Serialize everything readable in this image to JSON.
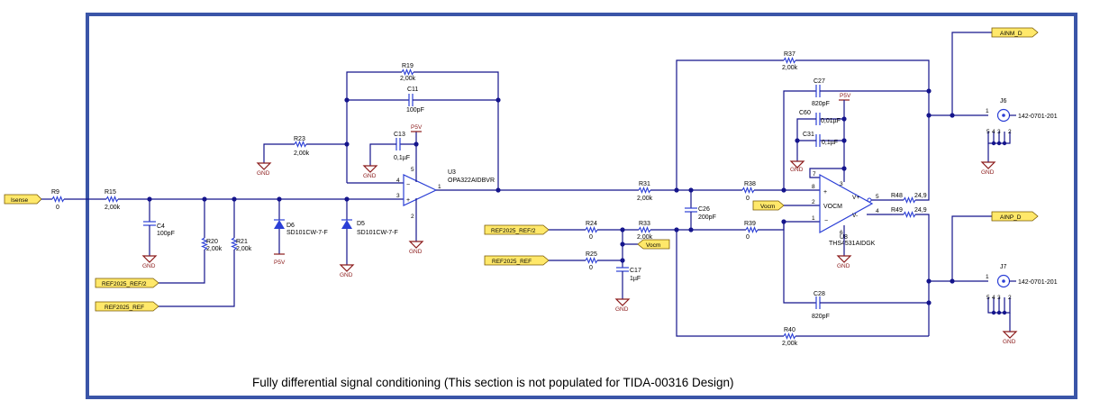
{
  "caption": "Fully differential signal conditioning (This section is not populated for TIDA-00316 Design)",
  "nets": {
    "isense": "Isense",
    "ref_half_left": "REF2025_REF/2",
    "ref_left": "REF2025_REF",
    "ref_half_mid": "REF2025_REF/2",
    "ref_mid": "REF2025_REF",
    "vocm_out": "Vocm",
    "vocm_in": "Vocm",
    "ainm": "AINM_D",
    "ainp": "AINP_D"
  },
  "power": {
    "p5v_u3": "P5V",
    "p5v_u8": "P5V",
    "p5v_d6": "P5V"
  },
  "gnd_label": "GND",
  "components": {
    "r9": {
      "ref": "R9",
      "value": "0"
    },
    "r15": {
      "ref": "R15",
      "value": "2,00k"
    },
    "c4": {
      "ref": "C4",
      "value": "100pF"
    },
    "r20": {
      "ref": "R20",
      "value": "2,00k"
    },
    "r21": {
      "ref": "R21",
      "value": "2,00k"
    },
    "d6": {
      "ref": "D6",
      "value": "SD101CW-7-F"
    },
    "d5": {
      "ref": "D5",
      "value": "SD101CW-7-F"
    },
    "r23": {
      "ref": "R23",
      "value": "2,00k"
    },
    "r19": {
      "ref": "R19",
      "value": "2,00k"
    },
    "c11": {
      "ref": "C11",
      "value": "100pF"
    },
    "c13": {
      "ref": "C13",
      "value": "0,1µF"
    },
    "u3": {
      "ref": "U3",
      "value": "OPA322AIDBVR"
    },
    "r31": {
      "ref": "R31",
      "value": "2,00k"
    },
    "c26": {
      "ref": "C26",
      "value": "200pF"
    },
    "r24": {
      "ref": "R24",
      "value": "0"
    },
    "r33": {
      "ref": "R33",
      "value": "2,00k"
    },
    "r25": {
      "ref": "R25",
      "value": "0"
    },
    "c17": {
      "ref": "C17",
      "value": "1µF"
    },
    "r37": {
      "ref": "R37",
      "value": "2,00k"
    },
    "c27": {
      "ref": "C27",
      "value": "820pF"
    },
    "c60": {
      "ref": "C60",
      "value": "0,01µF"
    },
    "c31": {
      "ref": "C31",
      "value": "0,1µF"
    },
    "r38": {
      "ref": "R38",
      "value": "0"
    },
    "r39": {
      "ref": "R39",
      "value": "0"
    },
    "u8": {
      "ref": "U8",
      "value": "THS4531AIDGK",
      "vocm": "VOCM"
    },
    "c28": {
      "ref": "C28",
      "value": "820pF"
    },
    "r40": {
      "ref": "R40",
      "value": "2,00k"
    },
    "r48": {
      "ref": "R48",
      "value": "24,9"
    },
    "r49": {
      "ref": "R49",
      "value": "24,9"
    },
    "j6": {
      "ref": "J6",
      "value": "142-0701-201"
    },
    "j7": {
      "ref": "J7",
      "value": "142-0701-201"
    }
  },
  "pins": {
    "u3": {
      "p4": "4",
      "p3": "3",
      "p1": "1",
      "p5": "5",
      "p2": "2"
    },
    "u8": {
      "p7": "7",
      "p8": "8",
      "p2": "2",
      "p1": "1",
      "p5": "5",
      "p4": "4",
      "p3": "3",
      "p6": "6",
      "vp": "V+",
      "vm": "V-"
    },
    "j6": {
      "p1": "1",
      "p2": "2",
      "p3": "3",
      "p4": "4",
      "p5": "5"
    },
    "j7": {
      "p1": "1",
      "p2": "2",
      "p3": "3",
      "p4": "4",
      "p5": "5"
    }
  }
}
